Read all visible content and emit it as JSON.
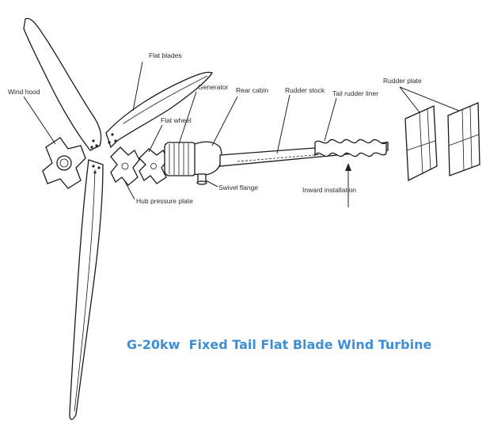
{
  "labels": {
    "wind_hood": "Wind hood",
    "flat_blades": "Flat blades",
    "generator": "Generator",
    "rear_cabin": "Rear cabin",
    "rudder_stock": "Rudder stock",
    "tail_rudder_liner": "Tail rudder liner",
    "rudder_plate": "Rudder plate",
    "flat_wheel": "Flat wheel",
    "hub_pressure_plate": "Hub pressure plate",
    "swivel_flange": "Swivel flange",
    "inward_installation": "Inward installation"
  },
  "title": "G-20kw  Fixed Tail Flat Blade Wind Turbine",
  "colors": {
    "title": "#3f8fd6",
    "line": "#222222"
  }
}
